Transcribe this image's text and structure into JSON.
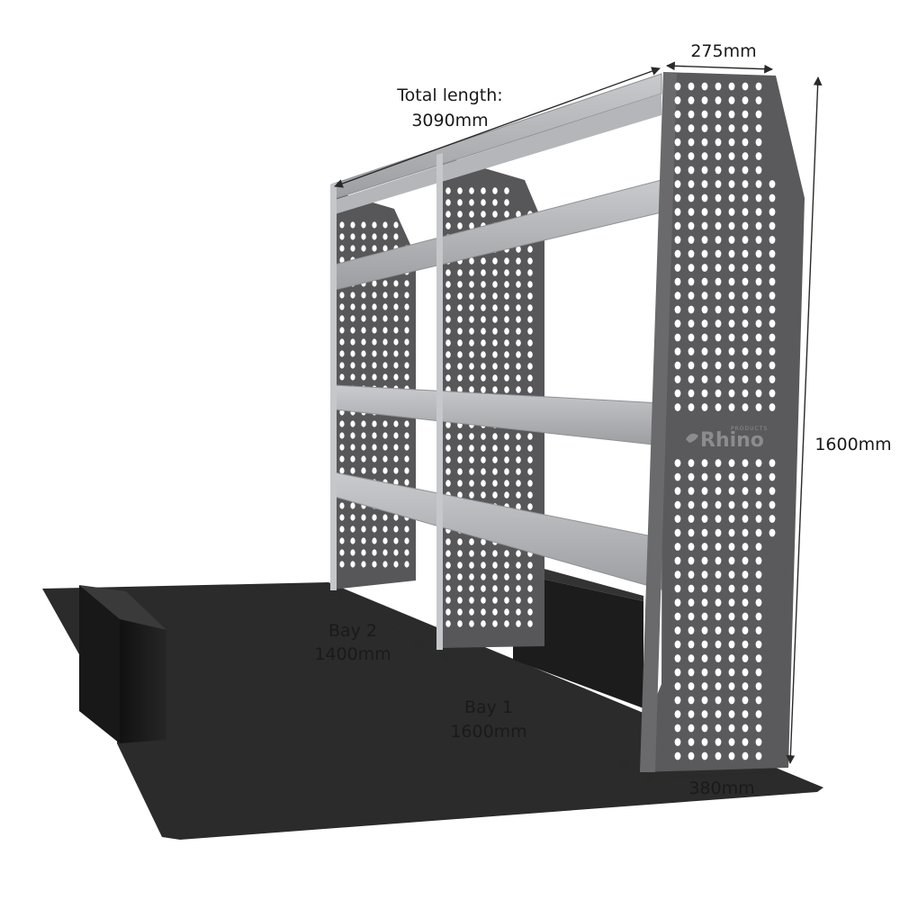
{
  "diagram": {
    "labels": {
      "total_length_line1": "Total length:",
      "total_length_line2": "3090mm",
      "depth_top": "275mm",
      "height": "1600mm",
      "depth_bottom": "380mm",
      "bay2_line1": "Bay 2",
      "bay2_line2": "1400mm",
      "bay1_line1": "Bay 1",
      "bay1_line2": "1600mm",
      "brand": "Rhino",
      "brand_small": "PRODUCTS"
    },
    "colors": {
      "floor": "#2b2b2b",
      "panel": "#5a5a5c",
      "panel_dark": "#4a4a4c",
      "shelf": "#a9abae",
      "shelf_light": "#c8cacd",
      "wheel_arch": "#1c1c1c",
      "hole": "#ffffff"
    }
  }
}
